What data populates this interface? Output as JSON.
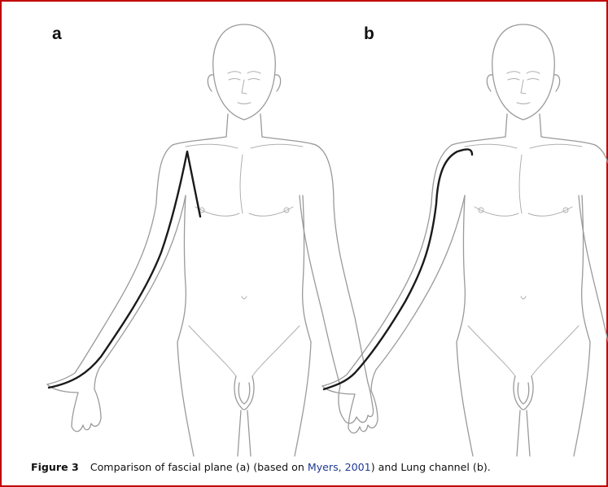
{
  "figure": {
    "panels": [
      {
        "label": "a"
      },
      {
        "label": "b"
      }
    ],
    "caption": {
      "figure_number": "Figure 3",
      "text_before": "Comparison of fascial plane (a) (based on ",
      "citation": "Myers, 2001",
      "text_after": ") and Lung channel (b)."
    },
    "colors": {
      "border": "#c00000",
      "body_outline": "#9a9a9a",
      "route_line": "#1a1a1a",
      "citation_link": "#1f3a93"
    }
  }
}
